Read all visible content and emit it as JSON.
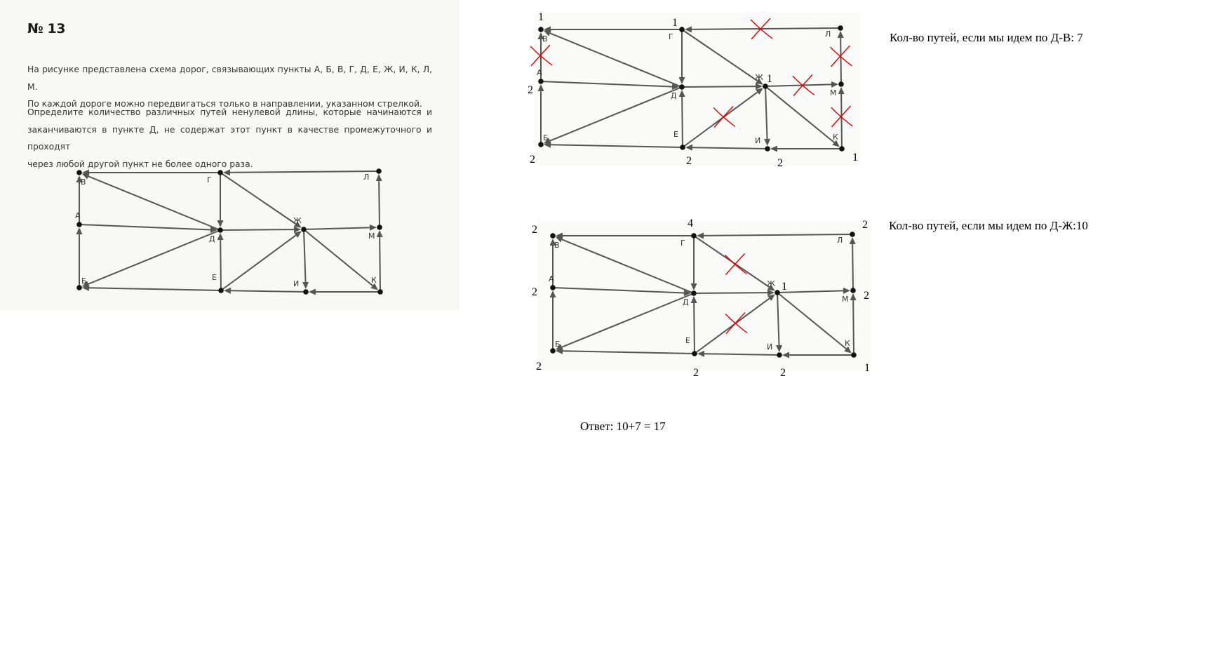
{
  "task": {
    "title": "№ 13",
    "p1_line1": "На рисунке представлена схема дорог, связывающих пункты А, Б, В, Г, Д, Е, Ж, И, К, Л, М.",
    "p1_line2": "По каждой дороге можно передвигаться только в направлении, указанном стрелкой.",
    "p2_line1": "Определите количество различных путей ненулевой длины, которые начинаются и",
    "p2_line2": "заканчиваются в пункте Д, не содержат этот пункт в качестве промежуточного и проходят",
    "p2_line3": "через любой другой пункт не более одного раза."
  },
  "graph": {
    "nodes": {
      "A": "А",
      "B": "Б",
      "V": "В",
      "G": "Г",
      "D": "Д",
      "E": "Е",
      "Zh": "Ж",
      "I": "И",
      "K": "К",
      "L": "Л",
      "M": "М"
    },
    "edges": [
      [
        "A",
        "V"
      ],
      [
        "B",
        "A"
      ],
      [
        "D",
        "V"
      ],
      [
        "A",
        "D"
      ],
      [
        "D",
        "B"
      ],
      [
        "G",
        "V"
      ],
      [
        "G",
        "D"
      ],
      [
        "L",
        "G"
      ],
      [
        "G",
        "Zh"
      ],
      [
        "D",
        "Zh"
      ],
      [
        "E",
        "D"
      ],
      [
        "E",
        "B"
      ],
      [
        "E",
        "Zh"
      ],
      [
        "Zh",
        "I"
      ],
      [
        "Zh",
        "K"
      ],
      [
        "Zh",
        "M"
      ],
      [
        "I",
        "E"
      ],
      [
        "K",
        "I"
      ],
      [
        "K",
        "M"
      ],
      [
        "M",
        "L"
      ]
    ]
  },
  "solution1": {
    "caption": "Кол-во путей, если мы идем по Д-В: 7",
    "counts": {
      "V": "1",
      "G": "1",
      "A": "2",
      "Zh": "1",
      "B": "2",
      "E": "2",
      "I": "2",
      "K": "1"
    },
    "crossed_edges": [
      [
        "L",
        "G"
      ],
      [
        "A",
        "V"
      ],
      [
        "M",
        "L"
      ],
      [
        "Zh",
        "M"
      ],
      [
        "K",
        "M"
      ],
      [
        "E",
        "Zh"
      ]
    ],
    "cross_color": "#e00000"
  },
  "solution2": {
    "caption": "Кол-во путей, если мы идем по Д-Ж:10",
    "counts": {
      "V": "2",
      "G": "4",
      "L": "2",
      "A": "2",
      "Zh": "1",
      "M": "2",
      "B": "2",
      "E": "2",
      "I": "2",
      "K": "1"
    },
    "crossed_edges": [
      [
        "G",
        "Zh"
      ],
      [
        "E",
        "Zh"
      ]
    ],
    "cross_color": "#e00000"
  },
  "answer": "Ответ: 10+7 = 17"
}
